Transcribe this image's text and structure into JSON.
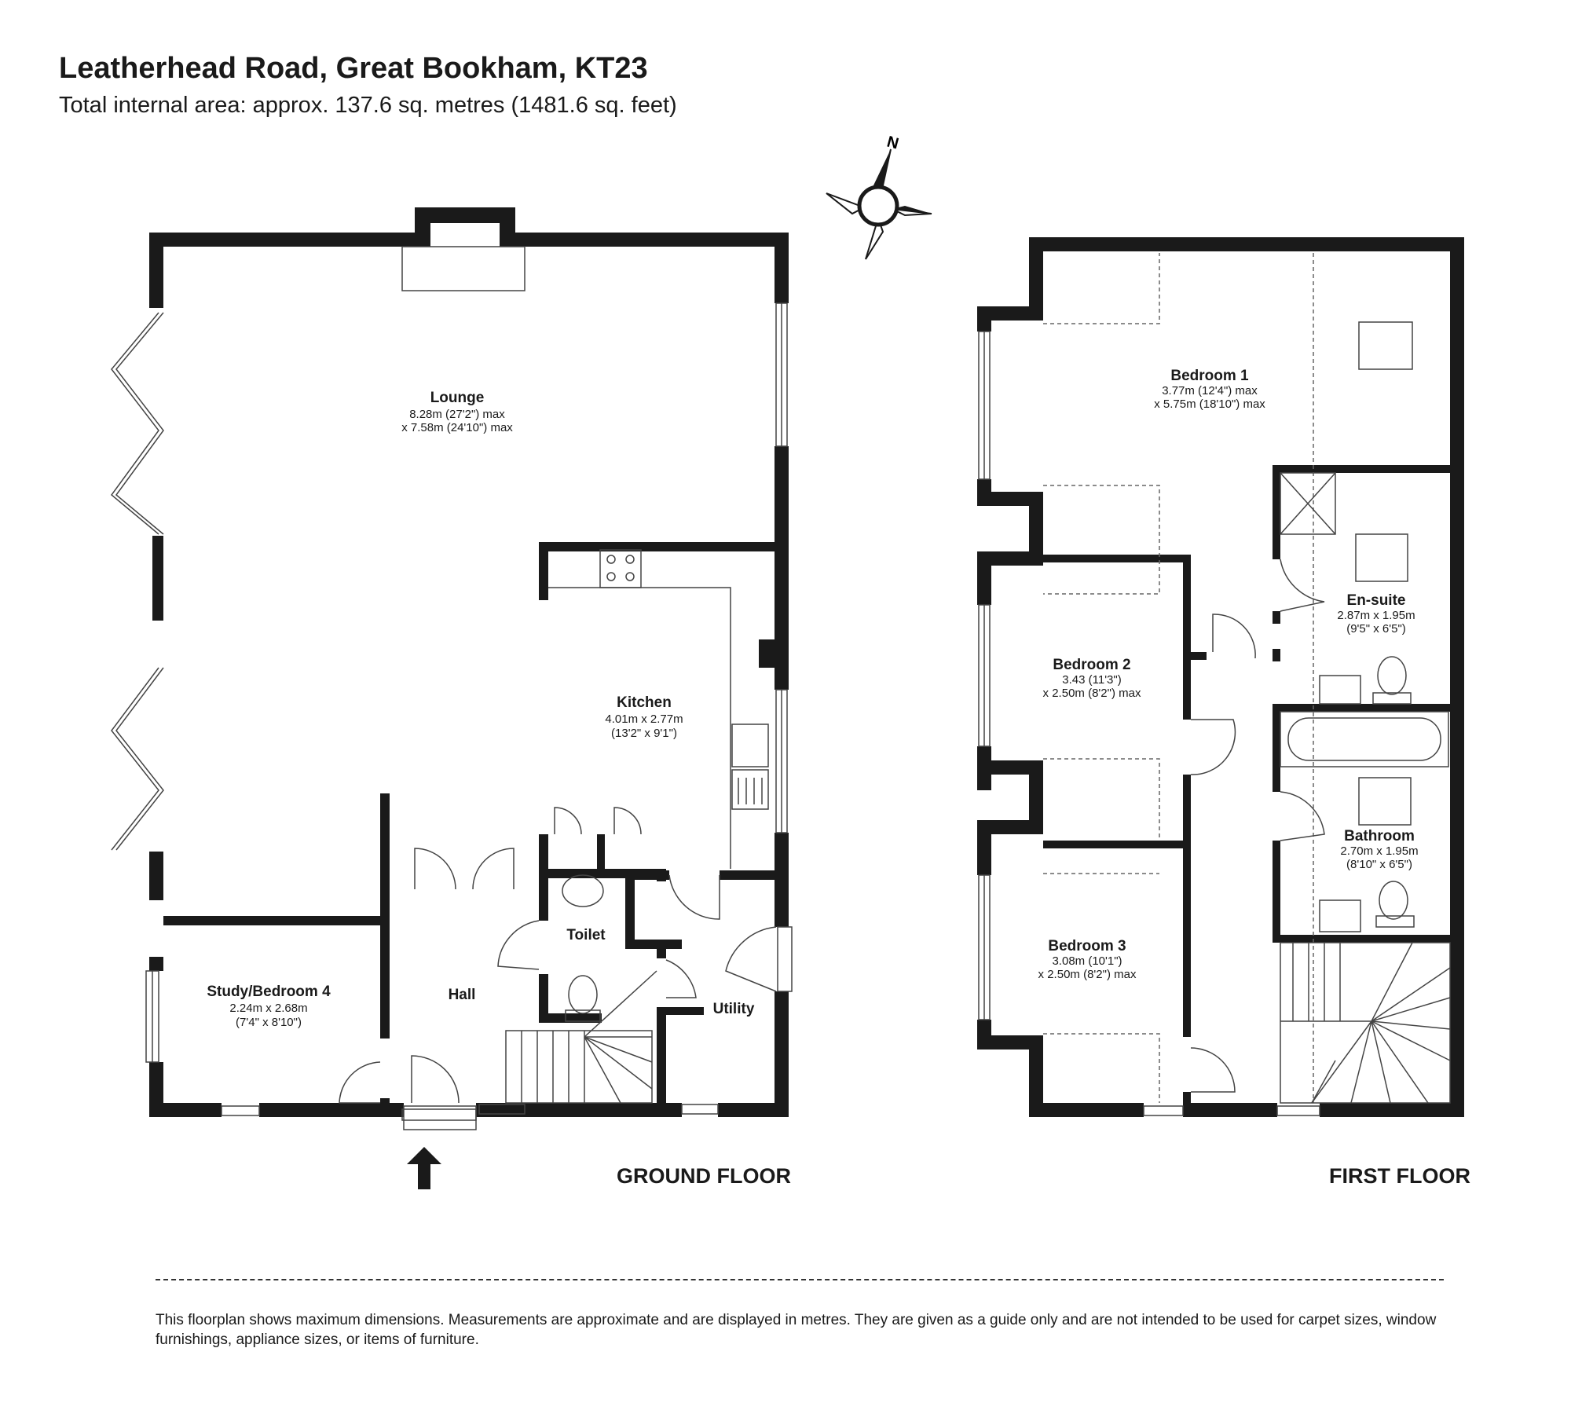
{
  "header": {
    "title": "Leatherhead Road, Great Bookham, KT23",
    "subtitle": "Total internal area: approx. 137.6 sq. metres (1481.6 sq. feet)"
  },
  "compass": {
    "label": "N"
  },
  "ground_floor": {
    "label": "GROUND FLOOR",
    "rooms": {
      "lounge": {
        "name": "Lounge",
        "dim1": "8.28m (27'2\") max",
        "dim2": "x 7.58m (24'10\") max"
      },
      "kitchen": {
        "name": "Kitchen",
        "dim1": "4.01m x 2.77m",
        "dim2": "(13'2\" x 9'1\")"
      },
      "study": {
        "name": "Study/Bedroom 4",
        "dim1": "2.24m x 2.68m",
        "dim2": "(7'4\" x 8'10\")"
      },
      "hall": {
        "name": "Hall"
      },
      "toilet": {
        "name": "Toilet"
      },
      "utility": {
        "name": "Utility"
      }
    }
  },
  "first_floor": {
    "label": "FIRST FLOOR",
    "rooms": {
      "bedroom1": {
        "name": "Bedroom 1",
        "dim1": "3.77m (12'4\") max",
        "dim2": "x 5.75m (18'10\") max"
      },
      "bedroom2": {
        "name": "Bedroom 2",
        "dim1": "3.43 (11'3\")",
        "dim2": "x 2.50m (8'2\") max"
      },
      "bedroom3": {
        "name": "Bedroom 3",
        "dim1": "3.08m (10'1\")",
        "dim2": "x 2.50m (8'2\") max"
      },
      "ensuite": {
        "name": "En-suite",
        "dim1": "2.87m x 1.95m",
        "dim2": "(9'5\" x 6'5\")"
      },
      "bathroom": {
        "name": "Bathroom",
        "dim1": "2.70m x 1.95m",
        "dim2": "(8'10\" x 6'5\")"
      }
    }
  },
  "disclaimer": "This floorplan shows maximum dimensions. Measurements are approximate and are displayed in metres. They are given as a guide only and are not intended to be used for carpet sizes, window furnishings, appliance sizes, or items of furniture."
}
